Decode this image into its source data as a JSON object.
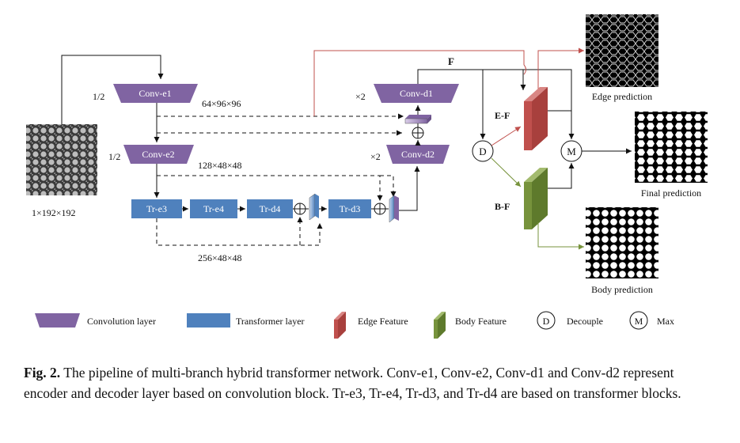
{
  "diagram": {
    "input_label": "1×192×192",
    "scale_half_1": "1/2",
    "scale_half_2": "1/2",
    "scale_x2_1": "×2",
    "scale_x2_2": "×2",
    "conv_e1": "Conv-e1",
    "conv_e2": "Conv-e2",
    "conv_d1": "Conv-d1",
    "conv_d2": "Conv-d2",
    "tr_e3": "Tr-e3",
    "tr_e4": "Tr-e4",
    "tr_d4": "Tr-d4",
    "tr_d3": "Tr-d3",
    "dim_1": "64×96×96",
    "dim_2": "128×48×48",
    "dim_3": "256×48×48",
    "feature_f": "F",
    "ef_label": "E-F",
    "bf_label": "B-F",
    "decouple_symbol": "D",
    "max_symbol": "M",
    "edge_prediction": "Edge prediction",
    "final_prediction": "Final prediction",
    "body_prediction": "Body prediction",
    "colors": {
      "conv": "#8064a2",
      "transformer": "#4f81bd",
      "edge": "#c0504d",
      "body": "#77933c",
      "red_line": "#c0504d",
      "green_line": "#77933c"
    }
  },
  "legend": {
    "conv": "Convolution layer",
    "transformer": "Transformer layer",
    "edge": "Edge Feature",
    "body": "Body Feature",
    "decouple_symbol": "D",
    "decouple": "Decouple",
    "max_symbol": "M",
    "max": "Max"
  },
  "caption": {
    "label": "Fig. 2.",
    "text": "The pipeline of multi-branch hybrid transformer network. Conv-e1, Conv-e2, Conv-d1 and Conv-d2 represent encoder and decoder layer based on convolution block. Tr-e3, Tr-e4, Tr-d3, and Tr-d4 are based on transformer blocks."
  }
}
